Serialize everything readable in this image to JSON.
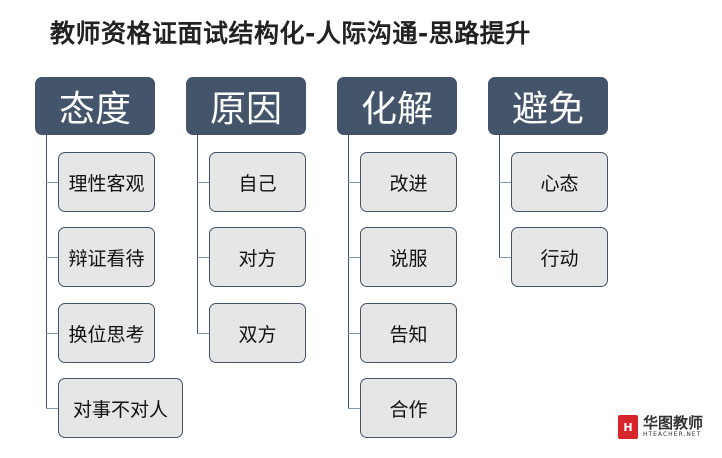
{
  "title": "教师资格证面试结构化-人际沟通-思路提升",
  "colors": {
    "header_bg": "#44546A",
    "child_bg": "#E7E6E6",
    "logo_red": "#D6262B"
  },
  "columns": [
    {
      "label": "态度",
      "items": [
        "理性客观",
        "辩证看待",
        "换位思考",
        "对事不对人"
      ]
    },
    {
      "label": "原因",
      "items": [
        "自己",
        "对方",
        "双方"
      ]
    },
    {
      "label": "化解",
      "items": [
        "改进",
        "说服",
        "告知",
        "合作"
      ]
    },
    {
      "label": "避免",
      "items": [
        "心态",
        "行动"
      ]
    }
  ],
  "logo": {
    "mark": "H",
    "name": "华图教师",
    "domain": "HTEACHER.NET"
  }
}
